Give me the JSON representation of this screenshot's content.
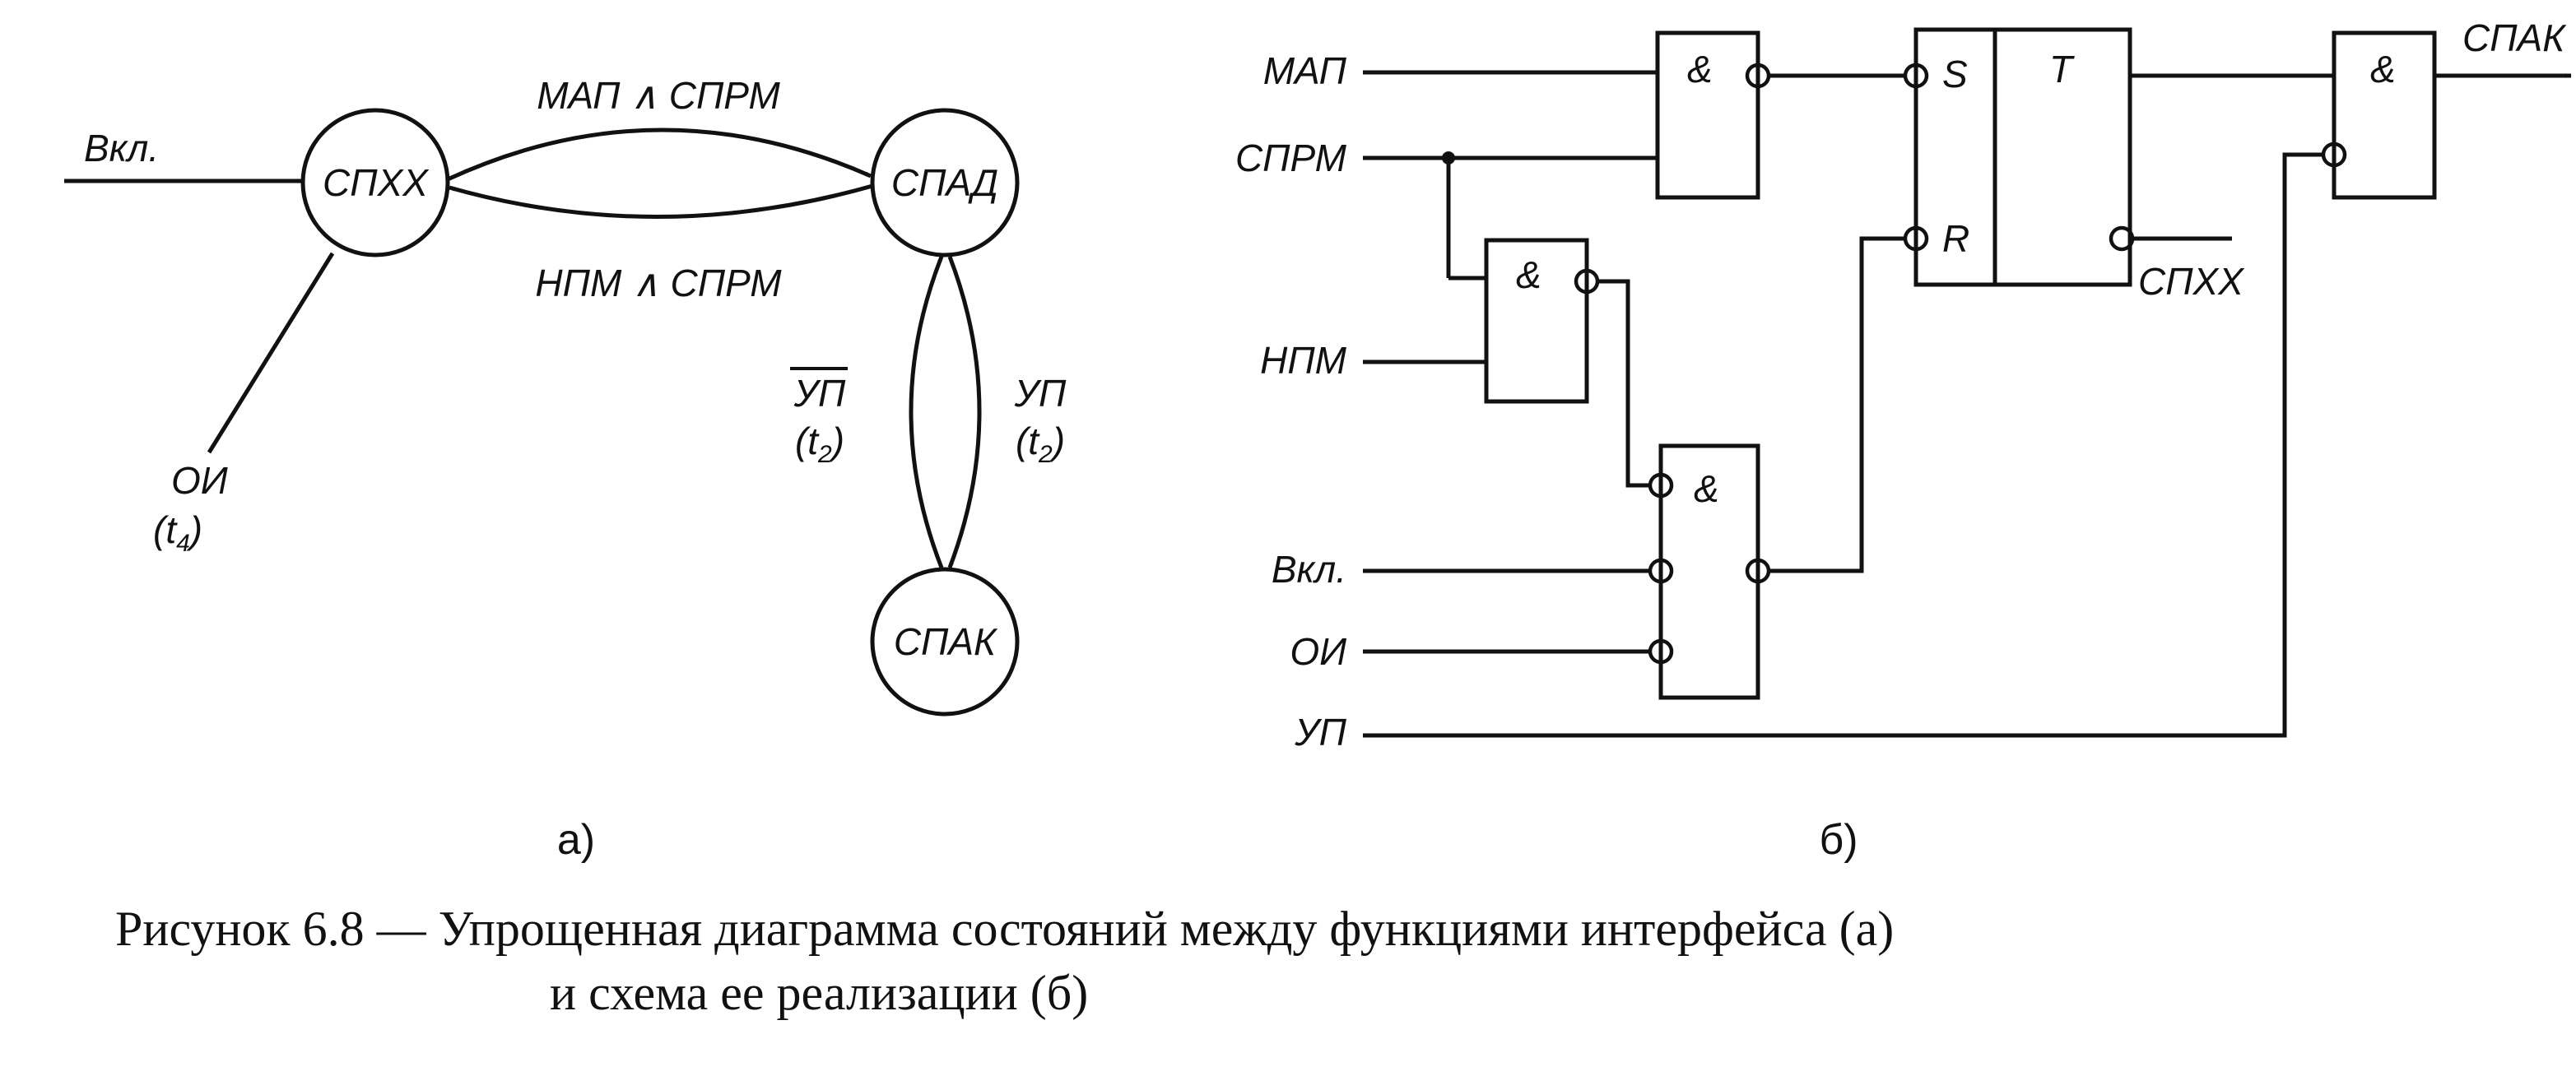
{
  "state_diagram": {
    "panel_label": "а)",
    "states": {
      "idle": "СПХХ",
      "addressed": "СПАД",
      "active": "СПАК"
    },
    "transitions": {
      "on_input": "Вкл.",
      "reset": {
        "label": "ОИ",
        "time": "(t",
        "time_index": "4",
        "close": ")"
      },
      "to_addressed": "МАП ∧ СПРМ",
      "to_idle": "НПМ ∧ СПРМ",
      "not_up": {
        "label": "УП",
        "time": "(t",
        "time_index": "2",
        "close": ")"
      },
      "up": {
        "label": "УП",
        "time": "(t",
        "time_index": "2",
        "close": ")"
      }
    }
  },
  "circuit": {
    "panel_label": "б)",
    "inputs": {
      "map": "МАП",
      "sprm": "СПРМ",
      "npm": "НПМ",
      "vkl": "Вкл.",
      "oi": "ОИ",
      "up": "УП"
    },
    "gate_symbol": "&",
    "trigger": {
      "s": "S",
      "r": "R",
      "t": "T"
    },
    "outputs": {
      "spak": "СПАК",
      "spxx": "СПХХ"
    }
  },
  "caption": {
    "line1": "Рисунок 6.8 — Упрощенная диаграмма состояний между функциями интерфейса (а)",
    "line2": "и схема ее реализации (б)"
  }
}
